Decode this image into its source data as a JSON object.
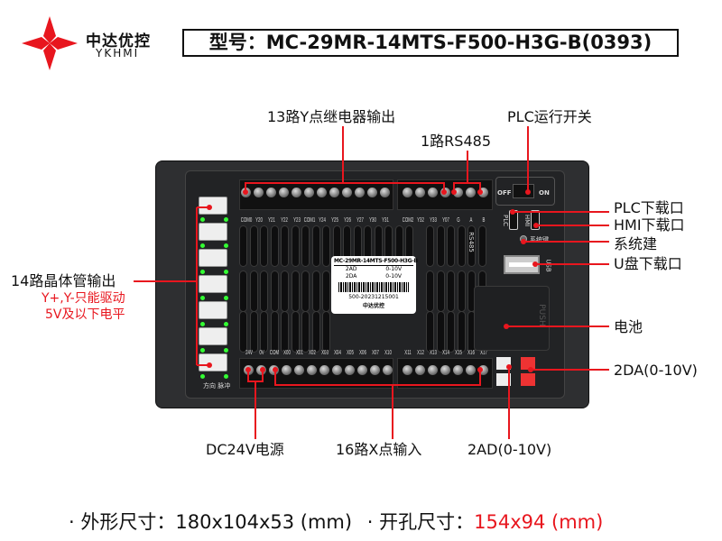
{
  "brand": {
    "name_cn": "中达优控",
    "name_en": "YKHMI",
    "logo_color": "#e8161e"
  },
  "model_title": "型号：MC-29MR-14MTS-F500-H3G-B(0393)",
  "annotations": {
    "y_relay": "13路Y点继电器输出",
    "run_switch": "PLC运行开关",
    "rs485": "1路RS485",
    "plc_port": "PLC下载口",
    "hmi_port": "HMI下载口",
    "system_key": "系统建",
    "usb": "U盘下载口",
    "battery": "电池",
    "da": "2DA(0-10V)",
    "ad": "2AD(0-10V)",
    "power": "DC24V电源",
    "x_input": "16路X点输入",
    "transistor": "14路晶体管输出",
    "transistor_note1": "Y+,Y-只能驱动",
    "transistor_note2": "5V及以下电平"
  },
  "device": {
    "top_labels_left": [
      "COM0",
      "Y20",
      "Y21",
      "Y22",
      "Y23",
      "COM1",
      "Y24",
      "Y25",
      "Y26",
      "Y27",
      "Y30",
      "Y31"
    ],
    "top_labels_right": [
      "COM2",
      "Y32",
      "Y33",
      "Y07",
      "G",
      "A",
      "B"
    ],
    "bottom_labels_left": [
      "24V",
      "0V",
      "COM",
      "X00",
      "X01",
      "X02",
      "X03",
      "X04",
      "X05",
      "X06",
      "X07",
      "X10"
    ],
    "bottom_labels_right": [
      "X11",
      "X12",
      "X13",
      "X14",
      "X15",
      "X16",
      "X17"
    ],
    "rs485_mark": "RS485",
    "switch_off": "OFF",
    "switch_on": "ON",
    "plc": "PLC",
    "hmi": "HMI",
    "sys_key": "系统键",
    "usb_mark": "USB",
    "push": "PUSH",
    "left_bottom": "方向 脉冲",
    "sticker": {
      "model": "MC-29MR-14MTS-F500-H3G-B",
      "row1": [
        "2AD",
        "0-10V"
      ],
      "row2": [
        "2DA",
        "0-10V"
      ],
      "serial": "500-20231215001",
      "brand": "中达优控"
    }
  },
  "footer": {
    "size_label": "· 外形尺寸：",
    "size_value": "180x104x53 (mm)",
    "hole_label": "· 开孔尺寸：",
    "hole_value": "154x94 (mm)"
  }
}
